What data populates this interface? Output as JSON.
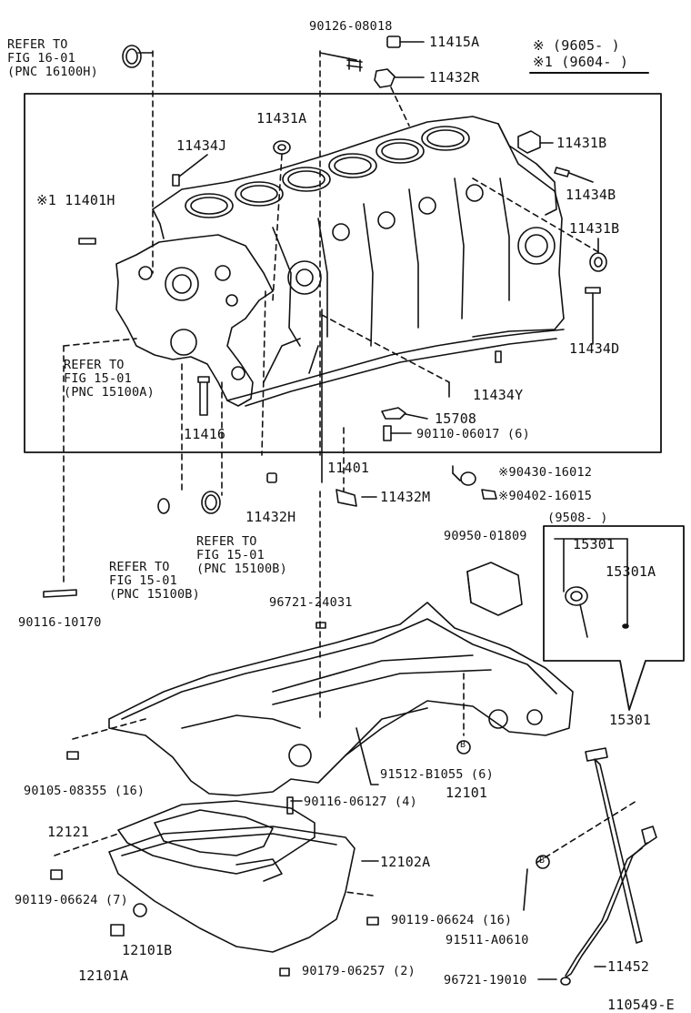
{
  "legend": {
    "row1": {
      "mark": "※",
      "range": "(9605-    )"
    },
    "row2": {
      "mark": "※1",
      "range": "(9604-    )"
    }
  },
  "refs": {
    "fig16": [
      "REFER TO",
      "FIG 16-01",
      "(PNC 16100H)"
    ],
    "fig15a": [
      "REFER TO",
      "FIG 15-01",
      "(PNC 15100A)"
    ],
    "fig15b_right": [
      "REFER TO",
      "FIG 15-01",
      "(PNC 15100B)"
    ],
    "fig15b_left": [
      "REFER TO",
      "FIG 15-01",
      "(PNC 15100B)"
    ]
  },
  "labels": {
    "p90126_08018": "90126-08018",
    "p11415A": "11415A",
    "p11432R": "11432R",
    "p11431A": "11431A",
    "p11434J": "11434J",
    "p11431B_top": "11431B",
    "p11401H": "※1 11401H",
    "p11434B": "11434B",
    "p11431B_mid": "11431B",
    "p11434D": "11434D",
    "p11434Y": "11434Y",
    "p15708": "15708",
    "p90110_06017": "90110-06017 (6)",
    "p11416": "11416",
    "p11401": "11401",
    "p90430_16012": "※90430-16012",
    "p90402_16015": "※90402-16015",
    "p11432M": "11432M",
    "p11432H": "11432H",
    "p9508": "(9508-       )",
    "p90950_01809": "90950-01809",
    "p15301_box": "15301",
    "p15301A": "15301A",
    "p96721_24031": "96721-24031",
    "p90116_10170": "90116-10170",
    "p15301": "15301",
    "p90105_08355": "90105-08355 (16)",
    "p91512_B1055": "91512-B1055 (6)",
    "p90116_06127": "90116-06127 (4)",
    "p12101": "12101",
    "p12121": "12121",
    "p12102A": "12102A",
    "p90119_06624_7": "90119-06624 (7)",
    "p90119_06624_16": "90119-06624 (16)",
    "p91511_A0610": "91511-A0610",
    "p12101B": "12101B",
    "p12101A": "12101A",
    "p11452": "11452",
    "p90179_06257": "90179-06257 (2)",
    "p96721_19010": "96721-19010",
    "fig_code": "110549-E"
  },
  "badges": {
    "b1": "B",
    "b2": "B"
  }
}
